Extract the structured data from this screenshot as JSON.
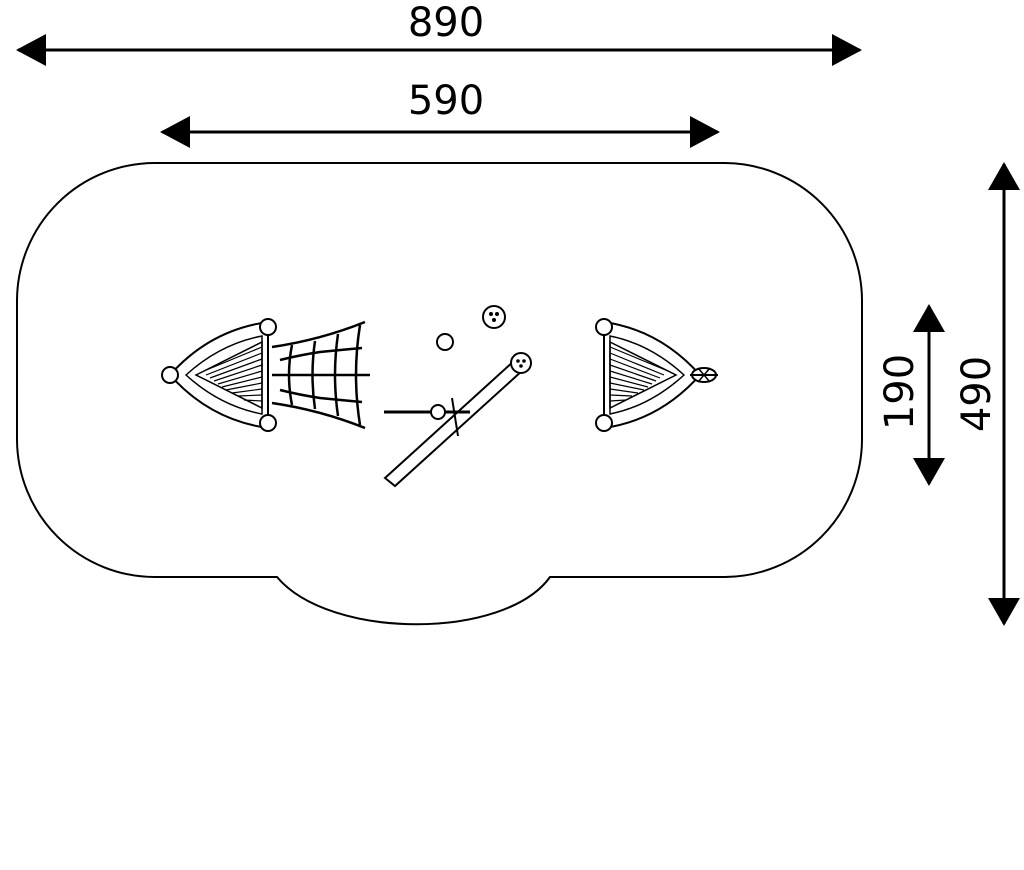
{
  "dimensions": {
    "overall_width": "890",
    "inner_width": "590",
    "inner_depth": "190",
    "overall_depth": "490"
  },
  "colors": {
    "line": "#000000",
    "background": "#ffffff"
  }
}
